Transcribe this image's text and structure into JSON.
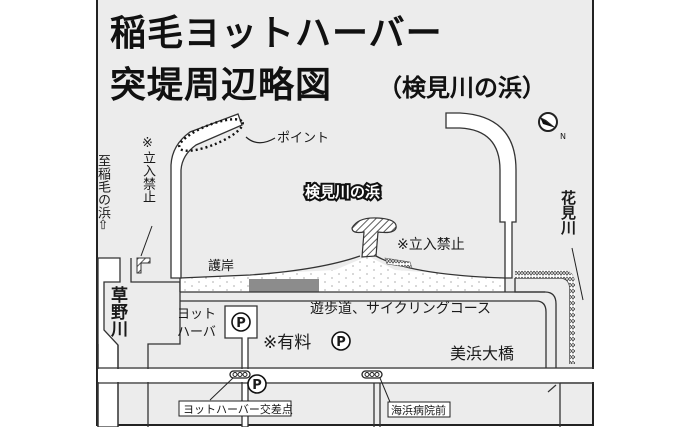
{
  "title": {
    "line1": "稲毛ヨットハーバー",
    "line2": "突堤周辺略図",
    "subtitle": "（検見川の浜）"
  },
  "compass": {
    "label": "N",
    "icon": "north-arrow-icon"
  },
  "labels": {
    "point": "ポイント",
    "beach_name": "検見川の浜",
    "no_entry_left": "※立入禁止",
    "no_entry_center": "※立入禁止",
    "seawall": "護岸",
    "promenade": "遊歩道、サイクリングコース",
    "yacht_harbor": "ヨット\nハーバ",
    "yacht_harbor_line1": "ヨット",
    "yacht_harbor_line2": "ハーバ",
    "paid_parking": "※有料",
    "bridge": "美浜大橋",
    "to_inage_beach": "至稲毛の浜⇦",
    "kusano_river": "草野川",
    "hanami_river": "花見川",
    "parking_symbol": "P"
  },
  "intersections": [
    {
      "name": "ヨットハーバー交差点"
    },
    {
      "name": "海浜病院前"
    }
  ],
  "colors": {
    "background": "#ececec",
    "land": "#ffffff",
    "line": "#333333",
    "highlight_seawall": "#8c8c8c",
    "text": "#111111"
  }
}
